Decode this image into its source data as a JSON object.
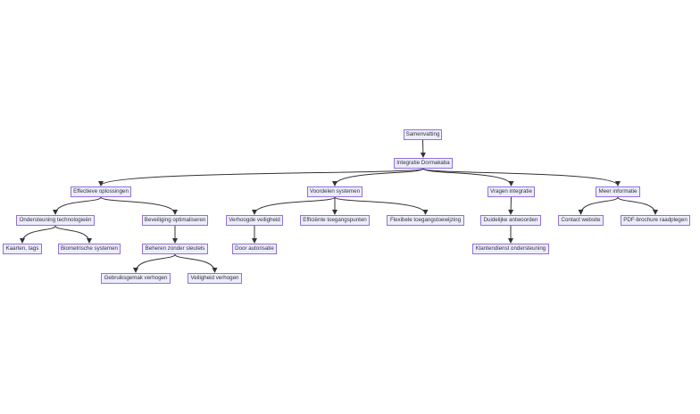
{
  "nodes": {
    "samenvatting": "Samenvatting",
    "integratie_dormakaba": "Integratie Dormakaba",
    "effectieve_oplossingen": "Effectieve oplossingen",
    "voordelen_systemen": "Voordelen systemen",
    "vragen_integratie": "Vragen integratie",
    "meer_informatie": "Meer informatie",
    "ondersteuning_technologieen": "Ondersteuning technologieën",
    "beveiliging_optimaliseren": "Beveiliging optimaliseren",
    "verhoogde_veiligheid": "Verhoogde veiligheid",
    "efficiente_toegangspunten": "Efficiënte toegangspunten",
    "flexibele_toegangstoewijzing": "Flexibele toegangstoewijzing",
    "duidelijke_antwoorden": "Duidelijke antwoorden",
    "contact_website": "Contact website",
    "pdf_brochure": "PDF-brochure raadplegen",
    "kaarten_tags": "Kaarten, tags",
    "biometrische_systemen": "Biometrische systemen",
    "beheren_zonder_sleutels": "Beheren zonder sleutels",
    "door_autorisatie": "Door autorisatie",
    "klantendienst": "Klantendienst ondersteuning",
    "gebruiksgemak_verhogen": "Gebruiksgemak verhogen",
    "veiligheid_verhogen": "Veiligheid verhogen"
  },
  "colors": {
    "node_fill": "#ececff",
    "node_border": "#9370db",
    "edge": "#333333",
    "text": "#333333"
  }
}
